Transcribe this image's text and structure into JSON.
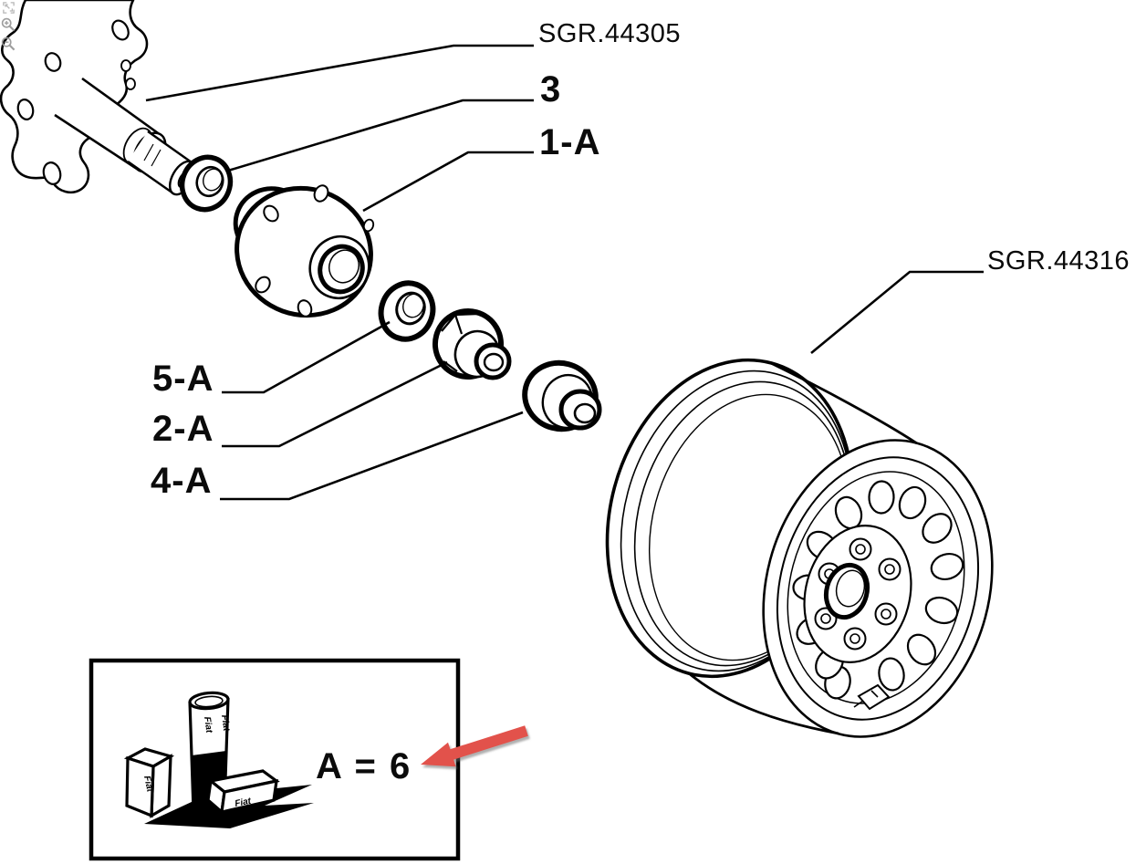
{
  "toolbar": {
    "icons": [
      {
        "name": "fullscreen-icon"
      },
      {
        "name": "zoom-in-icon"
      },
      {
        "name": "zoom-out-icon"
      }
    ]
  },
  "diagram": {
    "callouts": {
      "axle_group": "SGR.44305",
      "part3": "3",
      "part1a": "1-A",
      "part5a": "5-A",
      "part2a": "2-A",
      "part4a": "4-A",
      "wheel_group": "SGR.44316"
    },
    "legend_note": "A = 6",
    "package_brand": "Fiat",
    "colors": {
      "line": "#000000",
      "arrow_red": "#e2524b",
      "icon_gray": "#9e9e9e",
      "icon_light_gray": "#b7b7b7"
    }
  }
}
